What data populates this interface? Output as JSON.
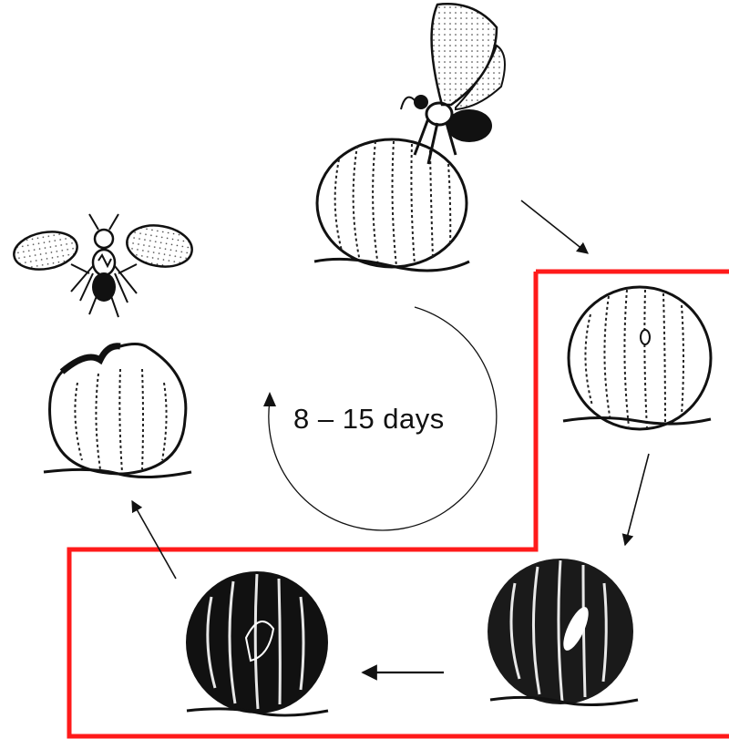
{
  "diagram": {
    "center_label": "8 – 15 days",
    "highlight_color": "#ff1a1a",
    "ink_color": "#111111",
    "stages": [
      {
        "id": "adult-parasitizing-egg",
        "icon": "wasp-on-egg"
      },
      {
        "id": "egg-with-parasitoid-egg",
        "icon": "egg-with-small-larva"
      },
      {
        "id": "darkening-egg-larva",
        "icon": "dark-egg-with-larva"
      },
      {
        "id": "black-egg-pupa",
        "icon": "black-egg-with-pupa"
      },
      {
        "id": "emerged-egg-shell",
        "icon": "egg-with-exit-hole"
      },
      {
        "id": "emerged-adult-wasp",
        "icon": "adult-wasp"
      }
    ]
  }
}
